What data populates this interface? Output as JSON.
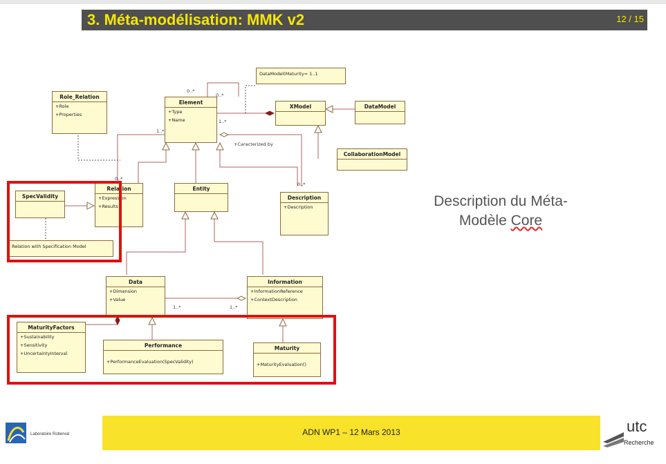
{
  "header": {
    "title": "3. Méta-modélisation: MMK v2",
    "page": "12 / 15"
  },
  "diagram": {
    "classes": {
      "role_relation": {
        "name": "Role_Relation",
        "attrs": [
          "+Role",
          "+Properties"
        ]
      },
      "element": {
        "name": "Element",
        "attrs": [
          "+Type",
          "+Name"
        ]
      },
      "xmodel": {
        "name": "XModel",
        "attrs": []
      },
      "datamodel": {
        "name": "DataModel",
        "attrs": []
      },
      "collaborationmodel": {
        "name": "CollaborationModel",
        "attrs": []
      },
      "specvalidity": {
        "name": "SpecValidity",
        "attrs": []
      },
      "relation": {
        "name": "Relation",
        "attrs": [
          "+Expression",
          "+Results"
        ]
      },
      "entity": {
        "name": "Entity",
        "attrs": []
      },
      "description": {
        "name": "Description",
        "attrs": [
          "+Description"
        ]
      },
      "data": {
        "name": "Data",
        "attrs": [
          "+Dimension",
          "+Value"
        ]
      },
      "information": {
        "name": "Information",
        "attrs": [
          "+InformationReference",
          "+ContextDescription"
        ]
      },
      "maturityfactors": {
        "name": "MaturityFactors",
        "attrs": [
          "+Sustainability",
          "+Sensitivity",
          "+UncertaintyInterval"
        ]
      },
      "performance": {
        "name": "Performance",
        "attrs": [
          "+PerformanceEvaluation(SpecValidity)"
        ]
      },
      "maturity": {
        "name": "Maturity",
        "attrs": [
          "+MaturityEvaluation()"
        ]
      }
    },
    "notes": {
      "datamodel_note": "DataModel(Maturity= 1..1",
      "relation_note": "Relation with Specification Model"
    },
    "labels": {
      "m1": "0..*",
      "m2": "0..*",
      "m3": "1..*",
      "m4": "1..*",
      "m5": "0..*",
      "m6": "0..*",
      "m7": "1..*",
      "m8": "1..*",
      "caracterized": "+Caracterized by"
    }
  },
  "side_text": {
    "line1": "Description du Méta-",
    "line2a": "Modèle ",
    "line2b": "Core"
  },
  "footer": {
    "text": "ADN WP1 – 12 Mars 2013",
    "lab_name": "Laboratoire Roberval",
    "utc": "utc",
    "utc_sub": "Recherche"
  },
  "colors": {
    "title_bar": "#4f4f4f",
    "title_text": "#f6e600",
    "footer_bar": "#f8e22a",
    "highlight": "#e01010",
    "class_fill": "#fffbd1"
  }
}
